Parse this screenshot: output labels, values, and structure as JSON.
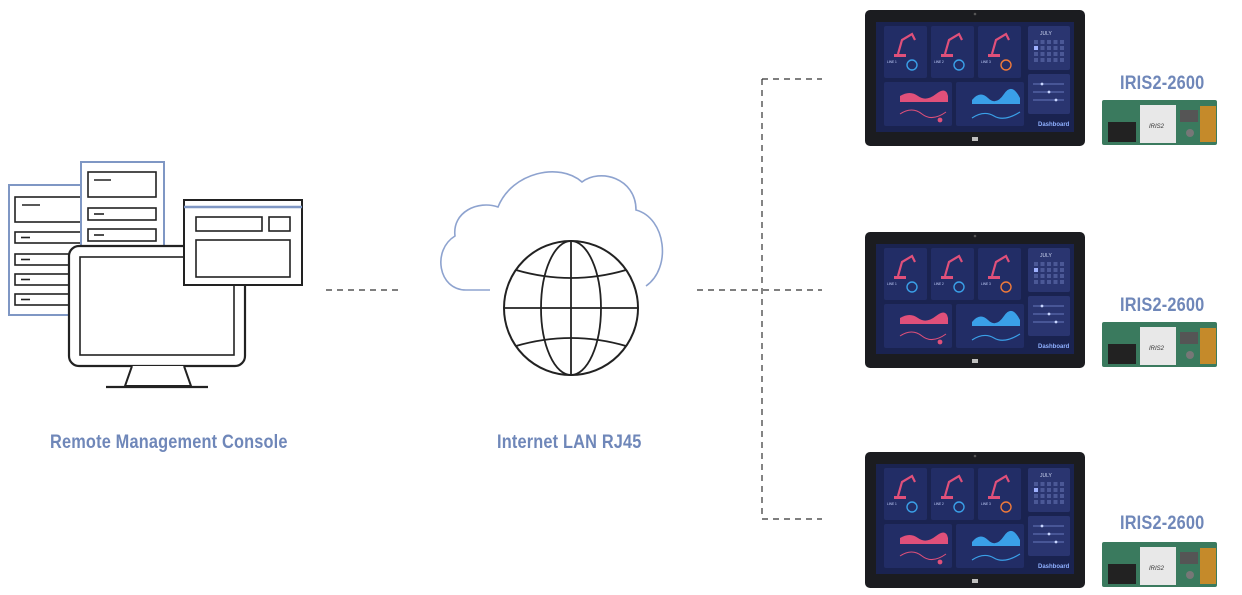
{
  "console": {
    "label": "Remote Management Console"
  },
  "network": {
    "label": "Internet LAN RJ45"
  },
  "devices": [
    {
      "label": "IRIS2-2600",
      "screen_title": "Dashboard",
      "calendar": "JULY",
      "lines": [
        "LINE 1",
        "LINE 2",
        "LINE 3"
      ],
      "chip_text": "IRIS2"
    },
    {
      "label": "IRIS2-2600",
      "screen_title": "Dashboard",
      "calendar": "JULY",
      "lines": [
        "LINE 1",
        "LINE 2",
        "LINE 3"
      ],
      "chip_text": "IRIS2"
    },
    {
      "label": "IRIS2-2600",
      "screen_title": "Dashboard",
      "calendar": "JULY",
      "lines": [
        "LINE 1",
        "LINE 2",
        "LINE 3"
      ],
      "chip_text": "IRIS2"
    }
  ],
  "colors": {
    "line_art": "#1e1e1e",
    "accent_blue": "#6f87b9",
    "cloud": "#8ea3cf",
    "screen_bg": "#1a2350",
    "pcb": "#3a7a5e"
  }
}
